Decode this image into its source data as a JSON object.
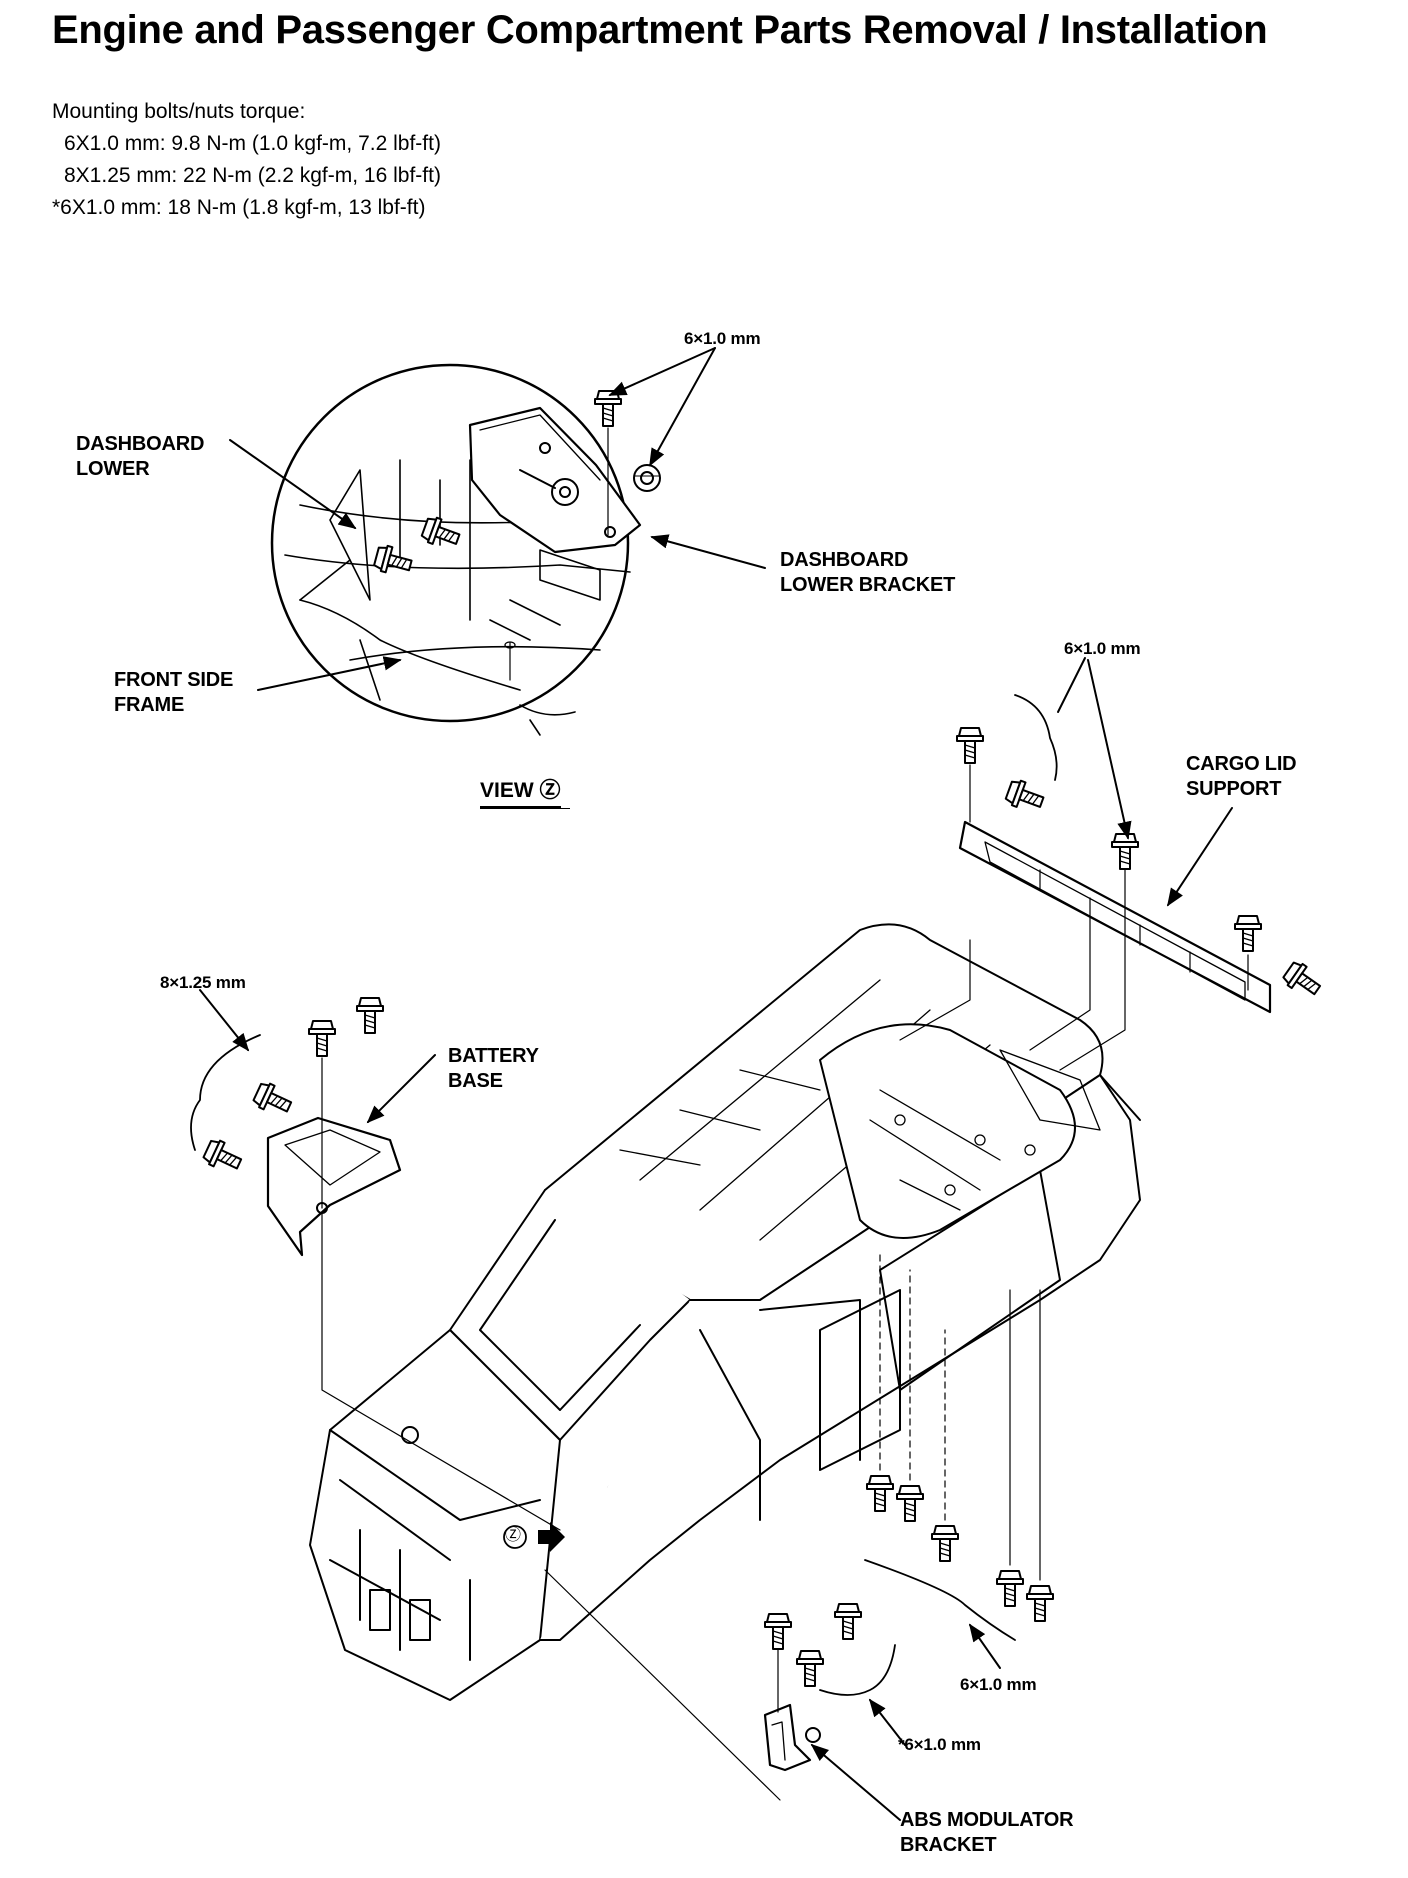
{
  "title": "Engine and Passenger Compartment Parts Removal / Installation",
  "torque": {
    "heading": "Mounting bolts/nuts torque:",
    "specs": [
      "6X1.0 mm: 9.8 N-m (1.0 kgf-m, 7.2 lbf-ft)",
      "8X1.25 mm: 22 N-m (2.2 kgf-m, 16 lbf-ft)",
      "*6X1.0 mm: 18 N-m (1.8 kgf-m, 13 lbf-ft)"
    ]
  },
  "labels": {
    "dashboard_lower": [
      "DASHBOARD",
      "LOWER"
    ],
    "dashboard_lower_bracket": [
      "DASHBOARD",
      "LOWER BRACKET"
    ],
    "front_side_frame": [
      "FRONT SIDE",
      "FRAME"
    ],
    "view": "VIEW Ⓩ",
    "cargo_lid_support": [
      "CARGO LID",
      "SUPPORT"
    ],
    "battery_base": [
      "BATTERY",
      "BASE"
    ],
    "abs_modulator_bracket": [
      "ABS MODULATOR",
      "BRACKET"
    ],
    "marker_z": "Ⓩ"
  },
  "bolt_sizes": {
    "view_bolt": "6×1.0 mm",
    "cargo_bolt": "6×1.0 mm",
    "battery_bolt": "8×1.25 mm",
    "floor_bolt": "6×1.0 mm",
    "abs_bolt": "*6×1.0 mm"
  }
}
